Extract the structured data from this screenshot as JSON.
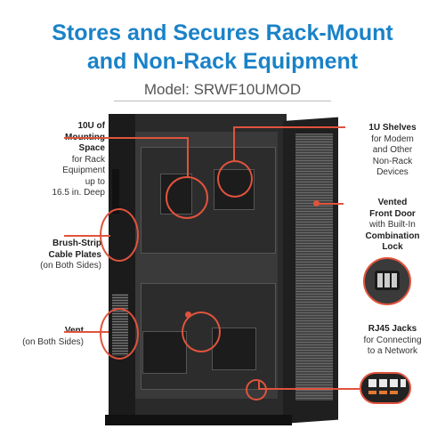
{
  "headline": {
    "line1": "Stores and Secures Rack-Mount",
    "line2": "and Non-Rack Equipment"
  },
  "model": "Model: SRWF10UMOD",
  "callouts": {
    "mounting": {
      "bold": "10U of Mounting Space",
      "text": [
        "for Rack",
        "Equipment",
        "up to",
        "16.5 in. Deep"
      ]
    },
    "brush": {
      "bold": "Brush-Strip Cable Plates",
      "text": [
        "(on Both Sides)"
      ]
    },
    "vent": {
      "bold": "Vent",
      "text": [
        "(on Both Sides)"
      ]
    },
    "shelves": {
      "bold": "1U Shelves",
      "text": [
        "for Modem",
        "and Other",
        "Non-Rack",
        "Devices"
      ]
    },
    "door": {
      "bold_a": "Vented",
      "bold_b": "Front Door",
      "text": "with Built-In",
      "bold_c": "Combination",
      "bold_d": "Lock"
    },
    "rj45": {
      "bold": "RJ45 Jacks",
      "text": [
        "for Connecting",
        "to a Network"
      ]
    }
  },
  "colors": {
    "title": "#1a82c8",
    "accent": "#e0533d",
    "cabinet": "#2a2a2a"
  }
}
